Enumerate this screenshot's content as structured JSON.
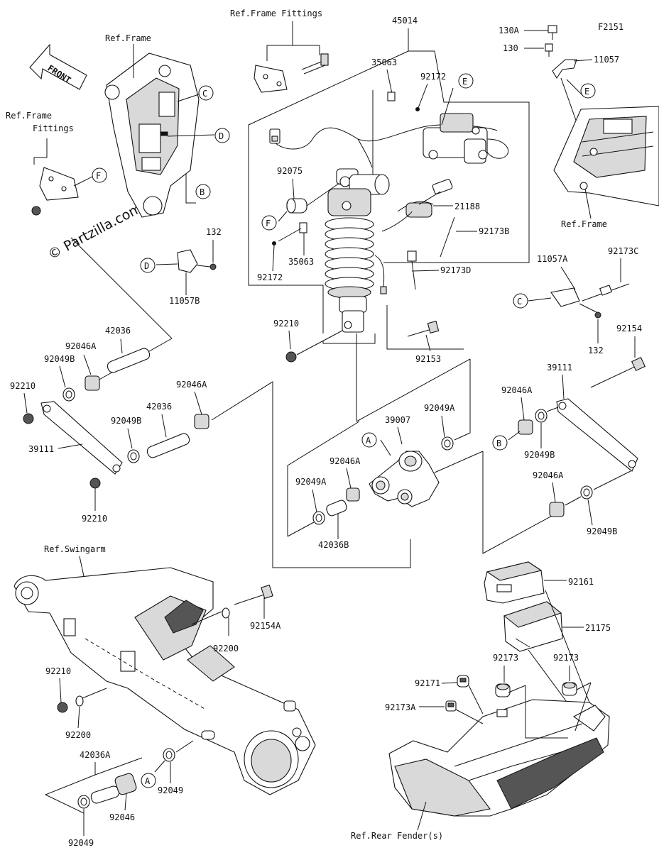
{
  "diagram_id": "F2151",
  "front_label": "FRONT",
  "watermark": "© Partzilla.com",
  "refs": {
    "frame_fittings_top": "Ref.Frame Fittings",
    "frame_top_left": "Ref.Frame",
    "frame_fittings_left_line1": "Ref.Frame",
    "frame_fittings_left_line2": "Fittings",
    "frame_right": "Ref.Frame",
    "swingarm": "Ref.Swingarm",
    "rear_fender": "Ref.Rear Fender(s)"
  },
  "part_labels": {
    "p45014": "45014",
    "p35063_top": "35063",
    "p92172_top": "92172",
    "p92075": "92075",
    "p21188": "21188",
    "p92173B": "92173B",
    "p35063_bot": "35063",
    "p92172_bot": "92172",
    "p92173D": "92173D",
    "p92210_shock": "92210",
    "p92153": "92153",
    "p130A": "130A",
    "p130": "130",
    "p11057": "11057",
    "p132_left": "132",
    "p11057B": "11057B",
    "p11057A": "11057A",
    "p92173C": "92173C",
    "p132_right": "132",
    "p92154": "92154",
    "p42036_top": "42036",
    "p92046A_l1": "92046A",
    "p92049B_l1": "92049B",
    "p92210_l1": "92210",
    "p92046A_l2": "92046A",
    "p42036_mid": "42036",
    "p92049B_l2": "92049B",
    "p39111_left": "39111",
    "p92210_l2": "92210",
    "p39007": "39007",
    "p92049A_r": "92049A",
    "p92046A_c": "92046A",
    "p92049A_l": "92049A",
    "p42036B": "42036B",
    "p39111_right": "39111",
    "p92046A_r1": "92046A",
    "p92049B_r1": "92049B",
    "p92046A_r2": "92046A",
    "p92049B_r2": "92049B",
    "p92161": "92161",
    "p21175": "21175",
    "p92173_l": "92173",
    "p92173_r": "92173",
    "p92171": "92171",
    "p92173A": "92173A",
    "p92154A": "92154A",
    "p92200_a": "92200",
    "p92210_sw": "92210",
    "p92200_b": "92200",
    "p42036A": "42036A",
    "p92049_a": "92049",
    "p92046": "92046",
    "p92049_b": "92049"
  },
  "callouts": [
    "A",
    "B",
    "C",
    "D",
    "E",
    "F"
  ]
}
